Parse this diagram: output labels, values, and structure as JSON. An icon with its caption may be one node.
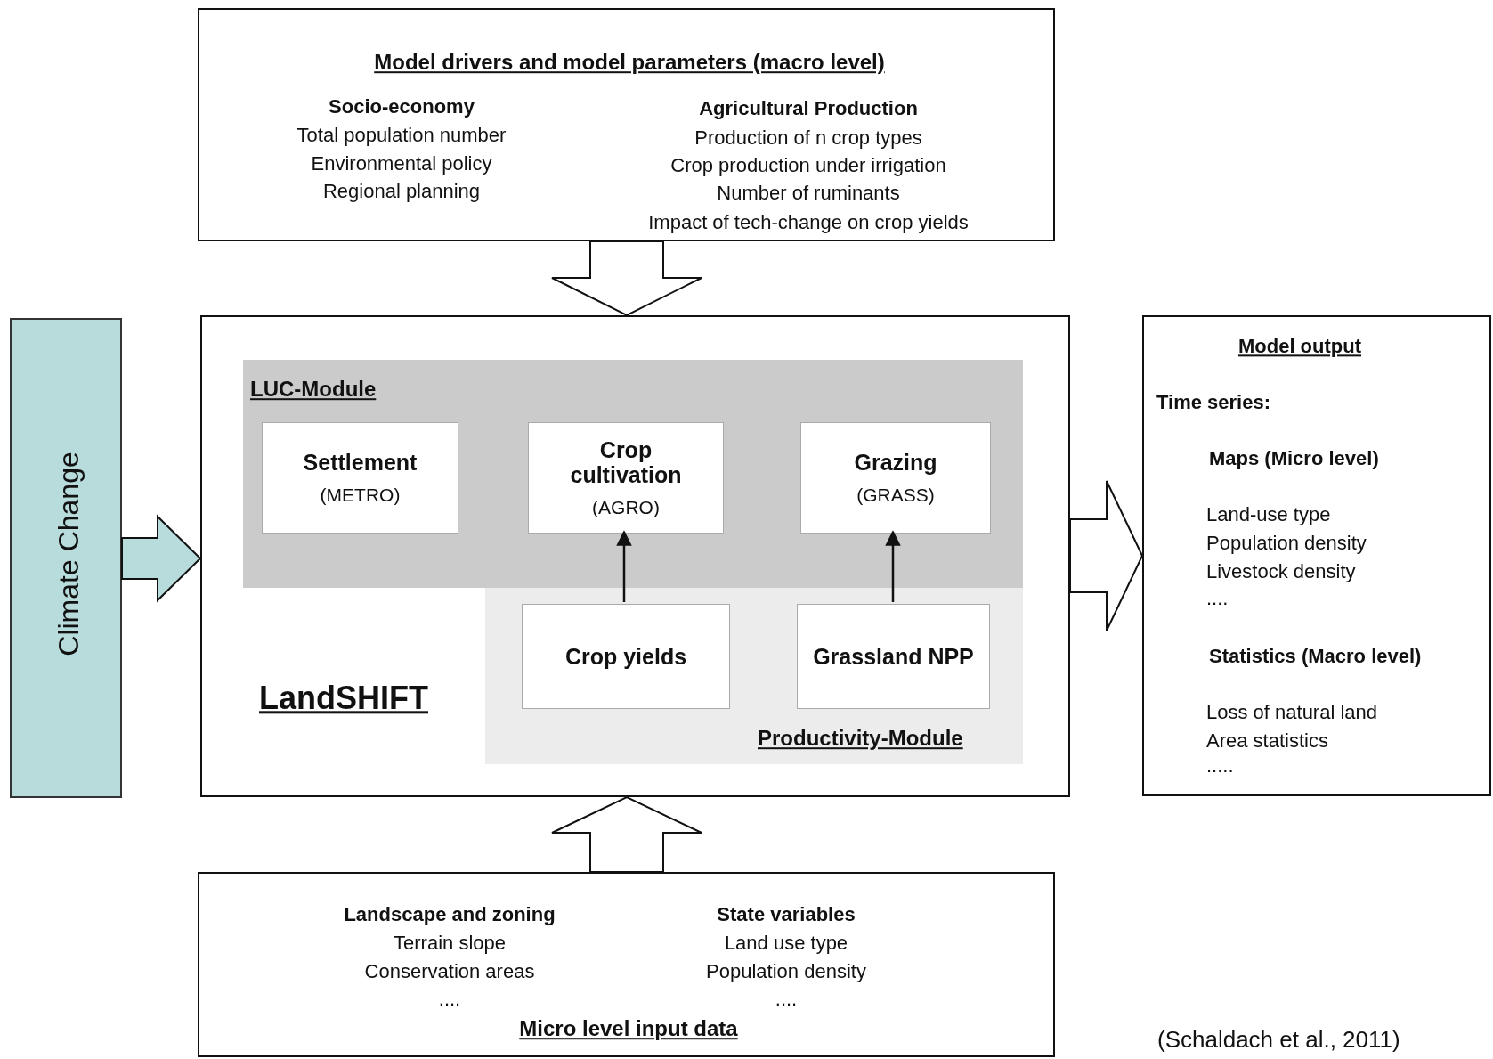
{
  "diagram": {
    "nodes": [
      {
        "text": [
          "Model drivers and model parameters (macro level)",
          "Socio-economy",
          "Total population number",
          "Environmental policy",
          "Regional planning",
          "Agricultural Production",
          "Production of n crop types",
          "Crop production under irrigation",
          "Number of ruminants",
          "Impact of tech-change on crop yields"
        ]
      },
      {
        "text": [
          "Climate Change"
        ]
      },
      {
        "text": [
          "LandSHIFT"
        ]
      },
      {
        "text": [
          "LUC-Module"
        ],
        "in": 2
      },
      {
        "text": [
          "Settlement",
          "(METRO)"
        ],
        "in": 3
      },
      {
        "text": [
          "Crop cultivation",
          "(AGRO)"
        ],
        "in": 3
      },
      {
        "text": [
          "Grazing",
          "(GRASS)"
        ],
        "in": 3
      },
      {
        "text": [
          "Productivity-Module"
        ],
        "in": 2
      },
      {
        "text": [
          "Crop yields"
        ],
        "in": 7
      },
      {
        "text": [
          "Grassland NPP"
        ],
        "in": 7
      },
      {
        "text": [
          "Model output",
          "Time series:",
          "Maps (Micro level)",
          "Land-use type",
          "Population density",
          "Livestock density",
          "....",
          "Statistics (Macro level)",
          "Loss of natural land",
          "Area statistics",
          "....."
        ]
      },
      {
        "text": [
          "Landscape and zoning",
          "Terrain slope",
          "Conservation areas",
          "....",
          "State variables",
          "Land use type",
          "Population density",
          "....",
          "Micro level input data"
        ]
      }
    ],
    "edges": [
      {
        "from": 0,
        "to": 2,
        "arrow": "to",
        "style": "thick"
      },
      {
        "from": 1,
        "to": 2,
        "arrow": "to",
        "style": "thick",
        "color": "#b8dcdc"
      },
      {
        "from": 11,
        "to": 2,
        "arrow": "to",
        "style": "thick"
      },
      {
        "from": 2,
        "to": 10,
        "arrow": "to",
        "style": "thick"
      },
      {
        "from": 8,
        "to": 5,
        "arrow": "to"
      },
      {
        "from": 9,
        "to": 6,
        "arrow": "to"
      }
    ],
    "labels": [
      "(Schaldach et al., 2011)"
    ]
  }
}
